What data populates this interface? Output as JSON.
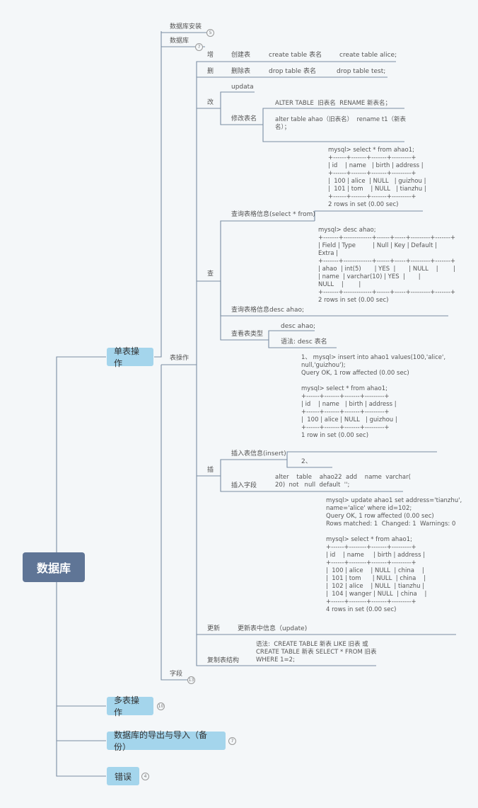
{
  "root": "数据库",
  "branches": {
    "single": "单表操作",
    "multi": "多表操作",
    "export": "数据库的导出与导入（备份）",
    "error": "错误"
  },
  "badges": {
    "install": "5",
    "db": "7",
    "field": "13",
    "multi": "10",
    "export": "7",
    "error": "4"
  },
  "single": {
    "install": "数据库安装",
    "db": "数据库",
    "table_ops": "表操作",
    "field": "字段",
    "add": {
      "label": "增",
      "item": "创建表",
      "syntax": "create  table    表名",
      "example": "create  table   alice;"
    },
    "del": {
      "label": "删",
      "item": "删除表",
      "syntax": "drop   table    表名",
      "example": "drop   table   test;"
    },
    "alter": {
      "label": "改",
      "updata": "updata",
      "rename": "修改表名",
      "sql1": "ALTER TABLE  旧表名  RENAME 新表名；",
      "sql2": "alter table ahao（旧表名）  rename t1（新表\n名）；"
    },
    "query": {
      "label": "查",
      "select_item": "查询表格信息(select * from)",
      "select_out": "mysql> select * from ahao1;\n+------+-------+-------+---------+\n| id    | name   | birth | address |\n+------+-------+-------+---------+\n|  100 | alice  | NULL   | guizhou |\n|  101 | tom    | NULL   | tianzhu |\n+------+-------+-------+---------+\n2 rows in set (0.00 sec)",
      "desc_item": "查询表格信息desc ahao;",
      "desc_out": "mysql> desc ahao;\n+-------+-------------+------+-----+---------+-------+\n| Field | Type         | Null | Key | Default |\nExtra |\n+-------+-------------+------+-----+---------+-------+\n| ahao  | int(5)       | YES  |       | NULL    |        |\n| name  | varchar(10) | YES  |       |\nNULL    |        |\n+-------+-------------+------+-----+---------+-------+\n2 rows in set (0.00 sec)",
      "type_item": "查看表类型",
      "type_cmd": "desc  ahao;",
      "type_syntax": "语法:    desc   表名"
    },
    "insert": {
      "label": "插",
      "insert_item": "插入表信息(insert)",
      "insert_out": "1、 mysql> insert into ahao1 values(100,'alice',\nnull,'guizhou');\nQuery OK, 1 row affected (0.00 sec)\n\nmysql> select * from ahao1;\n+------+-------+-------+---------+\n| id    | name   | birth | address |\n+------+-------+-------+---------+\n|  100 | alice | NULL   | guizhou |\n+------+-------+-------+---------+\n1 row in set (0.00 sec)",
      "two": "2、",
      "field_item": "插入字段",
      "field_sql": "alter    table    ahao22  add    name  varchar(\n20)  not   null  default  '';"
    },
    "update_out": "mysql> update ahao1 set address='tianzhu',\nname='alice' where id=102;\nQuery OK, 1 row affected (0.00 sec)\nRows matched: 1  Changed: 1  Warnings: 0\n\nmysql> select * from ahao1;\n+------+--------+-------+---------+\n| id    | name     | birth | address |\n+------+--------+-------+---------+\n|  100 | alice    | NULL  | china    |\n|  101 | tom      | NULL  | china    |\n|  102 | alice    | NULL  | tianzhu |\n|  104 | wanger | NULL  | china    |\n+------+--------+-------+---------+\n4 rows in set (0.00 sec)",
    "update": {
      "label": "更新",
      "item": "更新表中信息（update)"
    },
    "copy": {
      "label": "复制表结构",
      "syntax": "语法:  CREATE TABLE 新表 LIKE 旧表 或\nCREATE TABLE 新表 SELECT * FROM 旧表\nWHERE 1=2;"
    }
  },
  "colors": {
    "root": "#5f7596",
    "l1": "#a4d5ec",
    "line": "#7a8ea3",
    "bg": "#f4f7f9"
  }
}
